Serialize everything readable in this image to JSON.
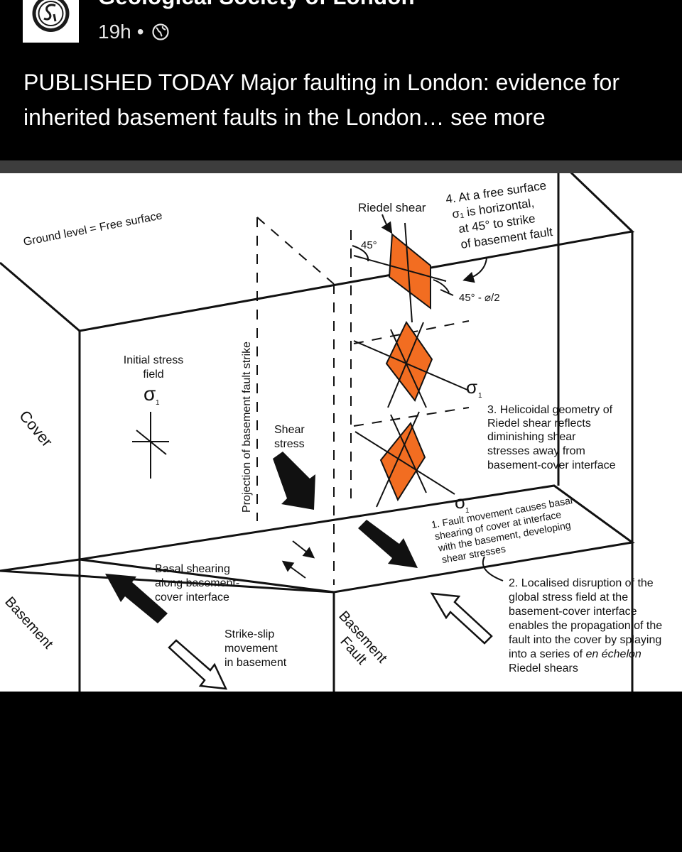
{
  "post": {
    "page_name": "Geological Society of London",
    "time": "19h",
    "separator": "•",
    "text": "PUBLISHED TODAY Major faulting in London: evidence for inherited basement faults in the London…",
    "see_more": "see more",
    "icons": {
      "avatar": "geological-society-logo",
      "audience": "globe-icon"
    }
  },
  "figure": {
    "ground_level": "Ground level = Free surface",
    "riedel_shear": "Riedel shear",
    "note4": [
      "4. At a free surface",
      "σ₁ is horizontal,",
      "at 45° to strike",
      "of basement fault"
    ],
    "angle_45": "45°",
    "angle_phi": "45° - ⌀/2",
    "initial_stress": [
      "Initial stress",
      "field"
    ],
    "sigma": "σ",
    "sub1": "1",
    "cover": "Cover",
    "projection": "Projection of basement fault strike",
    "shear_stress": [
      "Shear",
      "stress"
    ],
    "note3": [
      "3. Helicoidal geometry of",
      "Riedel shear reflects",
      "diminishing shear",
      "stresses away from",
      "basement-cover interface"
    ],
    "note1": [
      "1. Fault movement causes basal",
      "shearing of cover at interface",
      "with the basement, developing",
      "shear stresses"
    ],
    "basal_shearing": [
      "Basal shearing",
      "along basement-",
      "cover interface"
    ],
    "note2": [
      "2. Localised disruption of the",
      "global stress field at the",
      "basement-cover interface",
      "enables the propagation of the",
      "fault into the cover by splaying",
      "into a series of ",
      "en échelon",
      "Riedel shears"
    ],
    "basement": "Basement",
    "strike_slip": [
      "Strike-slip",
      "movement",
      "in basement"
    ],
    "basement_fault": [
      "Basement",
      "Fault"
    ],
    "accent_color": "#f26d21"
  }
}
